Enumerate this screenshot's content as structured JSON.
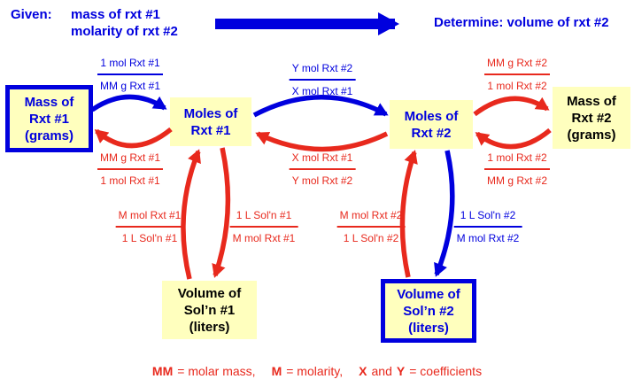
{
  "header": {
    "given_label": "Given:",
    "given_line1": "mass of rxt #1",
    "given_line2": "molarity of rxt #2",
    "determine": "Determine: volume of rxt #2"
  },
  "boxes": [
    {
      "name": "mass-rxt1",
      "lines": [
        "Mass of",
        "Rxt #1",
        "(grams)"
      ],
      "highlighted": true
    },
    {
      "name": "moles-rxt1",
      "lines": [
        "Moles of",
        "Rxt #1"
      ],
      "highlighted": false
    },
    {
      "name": "moles-rxt2",
      "lines": [
        "Moles of",
        "Rxt #2"
      ],
      "highlighted": false
    },
    {
      "name": "mass-rxt2",
      "lines": [
        "Mass of",
        "Rxt #2",
        "(grams)"
      ],
      "highlighted": false
    },
    {
      "name": "vol-soln1",
      "lines": [
        "Volume of",
        "Sol’n #1",
        "(liters)"
      ],
      "highlighted": false
    },
    {
      "name": "vol-soln2",
      "lines": [
        "Volume of",
        "Sol’n #2",
        "(liters)"
      ],
      "highlighted": true
    }
  ],
  "fractions": [
    {
      "num": "1 mol Rxt #1",
      "den": "MM g Rxt #1",
      "color": "#0000DE"
    },
    {
      "num": "MM g Rxt #1",
      "den": "1 mol Rxt #1",
      "color": "#E8291D"
    },
    {
      "num": "Y mol Rxt #2",
      "den": "X mol Rxt #1",
      "color": "#0000DE"
    },
    {
      "num": "X mol Rxt #1",
      "den": "Y mol Rxt #2",
      "color": "#E8291D"
    },
    {
      "num": "MM g Rxt #2",
      "den": "1 mol Rxt #2",
      "color": "#E8291D"
    },
    {
      "num": "1 mol Rxt #2",
      "den": "MM g Rxt #2",
      "color": "#E8291D"
    },
    {
      "num": "M mol Rxt #1",
      "den": "1 L Sol'n #1",
      "color": "#E8291D"
    },
    {
      "num": "1 L Sol'n #1",
      "den": "M mol Rxt #1",
      "color": "#E8291D"
    },
    {
      "num": "M mol Rxt #2",
      "den": "1 L Sol'n #2",
      "color": "#E8291D"
    },
    {
      "num": "1 L Sol'n #2",
      "den": "M mol Rxt #2",
      "color": "#0000DE"
    }
  ],
  "legend": {
    "mm_term": "MM",
    "mm_def": "= molar mass,",
    "m_term": "M",
    "m_def": "= molarity,",
    "x_term": "X",
    "and_word": "and",
    "y_term": "Y",
    "coeff_def": "= coefficients"
  },
  "palette": {
    "blue": "#0000DE",
    "red": "#E8291D",
    "box-fill": "#FFFFBE",
    "background": "#FFFFFF"
  }
}
